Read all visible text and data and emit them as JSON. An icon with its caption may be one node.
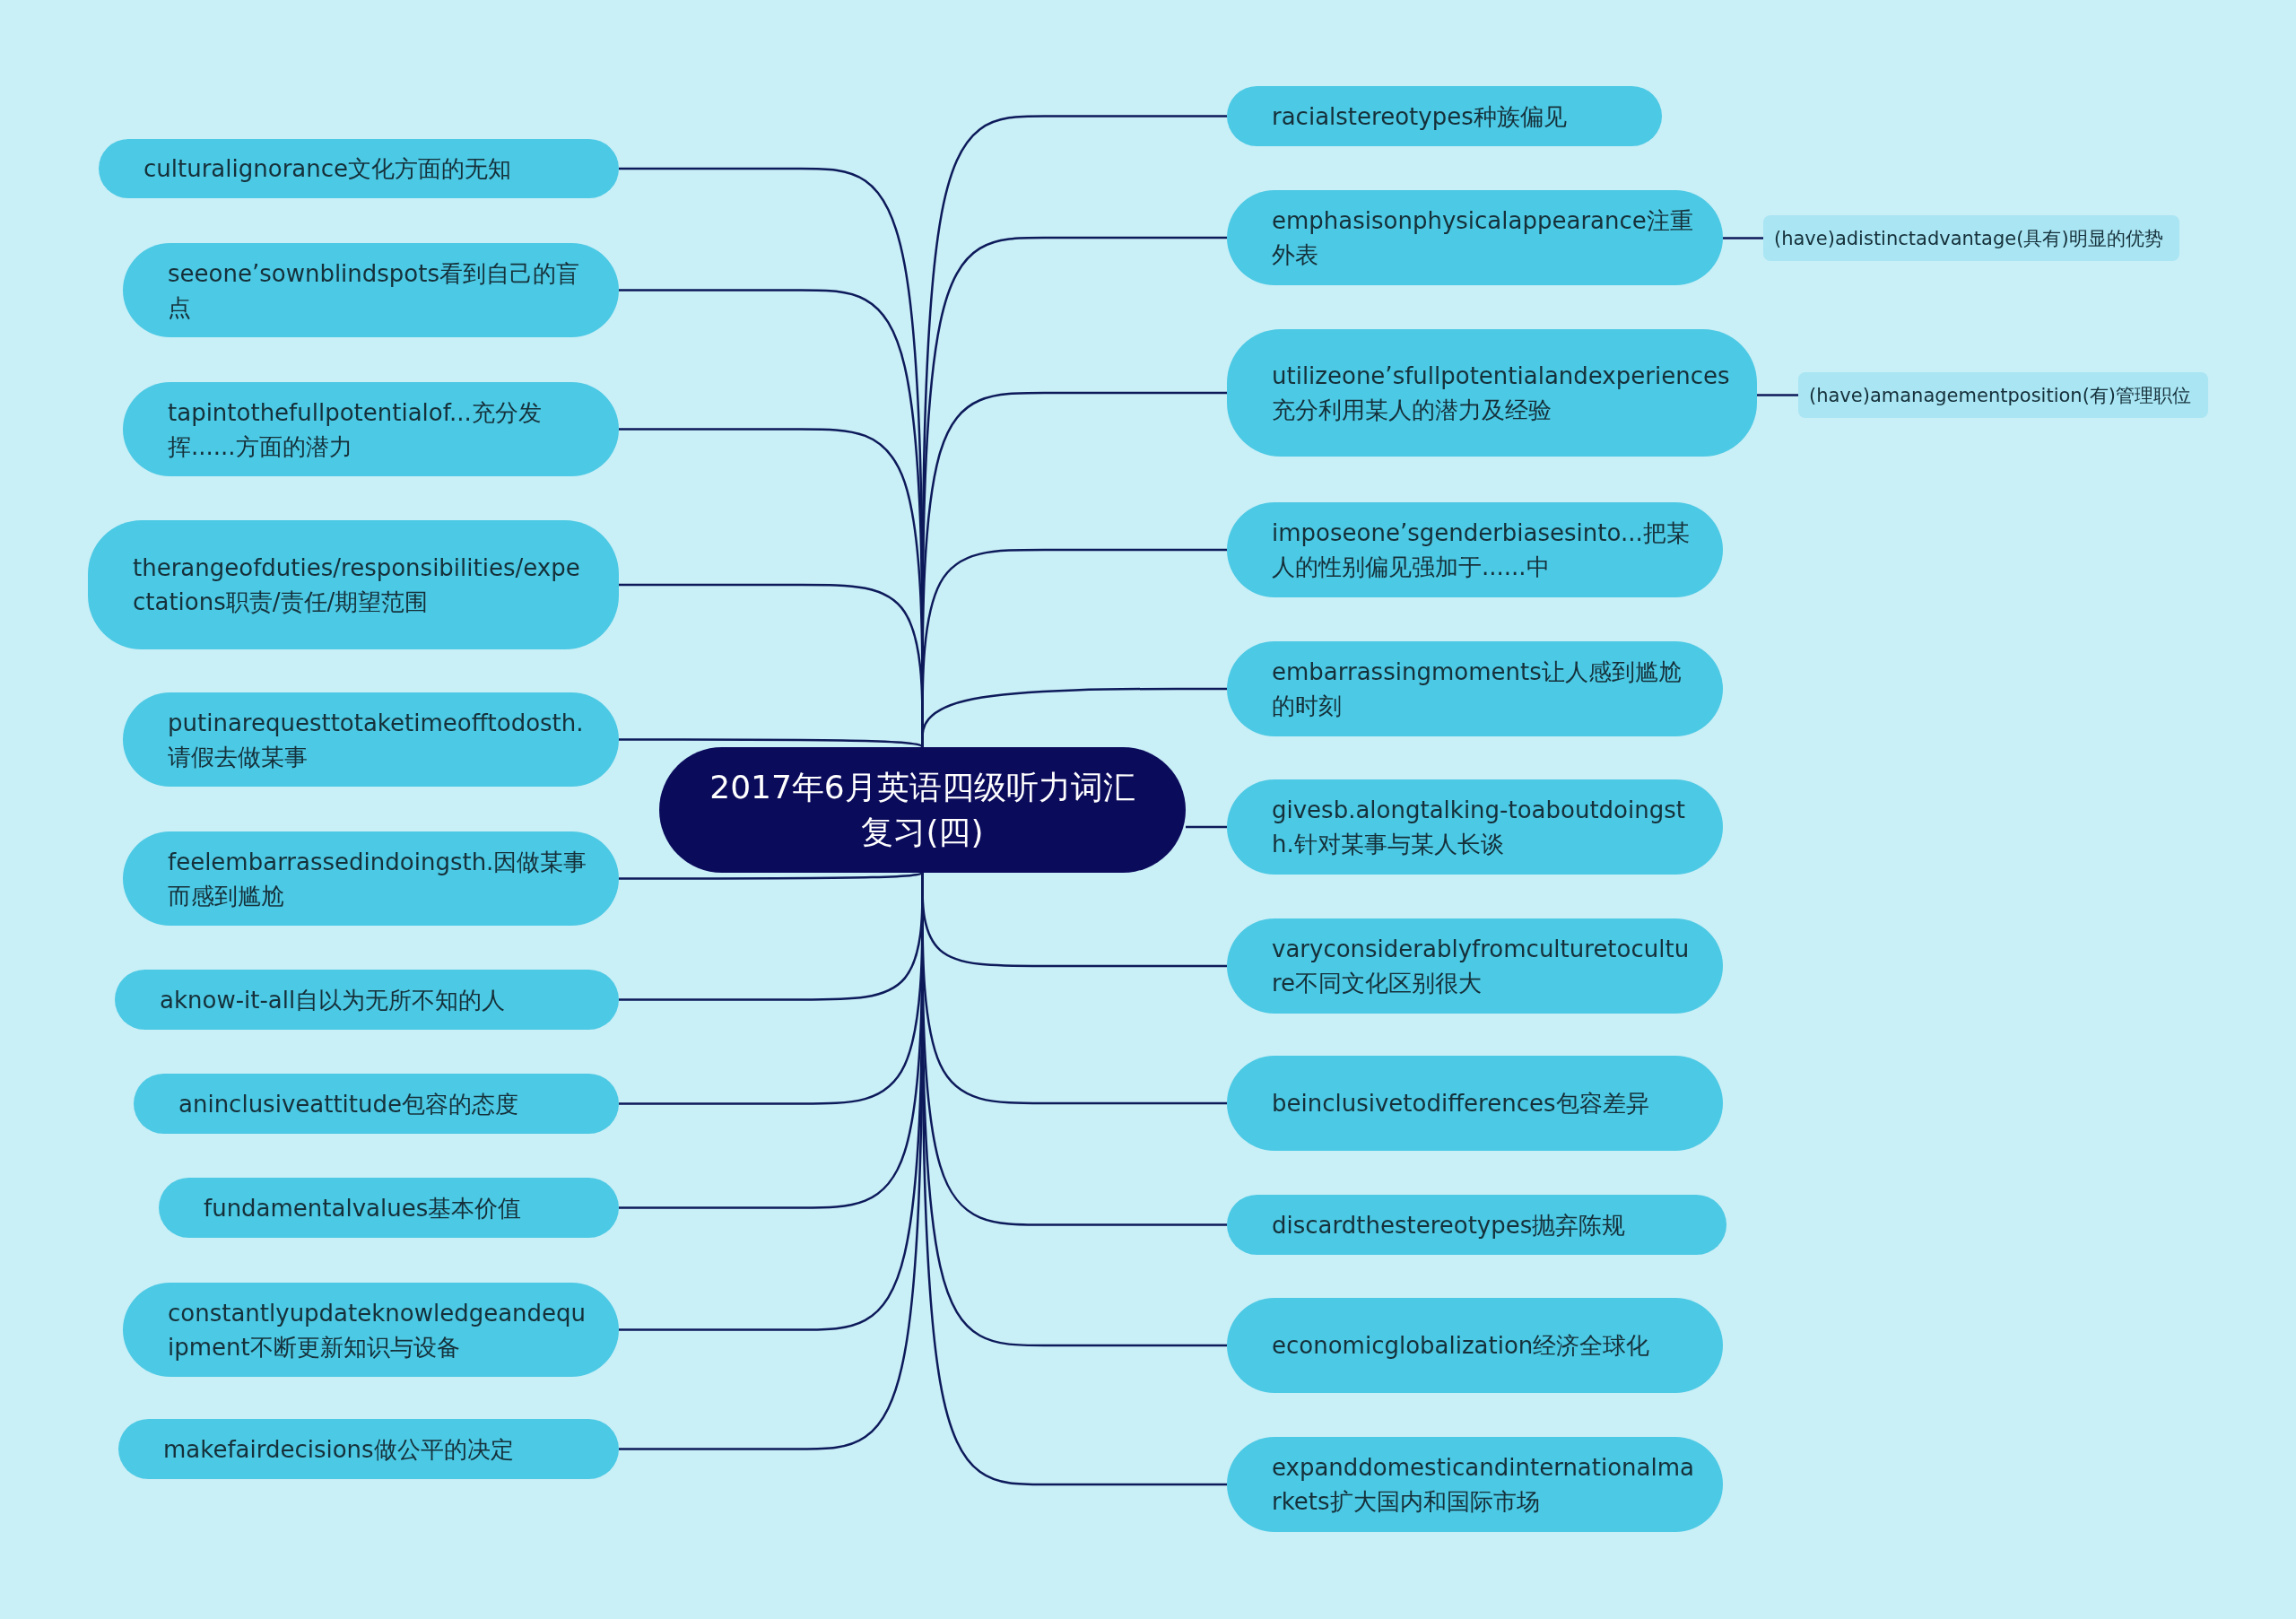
{
  "diagram": {
    "nodes": [
      {
        "text": [
          "2017年6月英语四级听力词汇复习(四)"
        ]
      },
      {
        "text": [
          "culturalignorance文化方面的无知"
        ]
      },
      {
        "text": [
          "seeone’sownblindspots看到自己的盲点"
        ]
      },
      {
        "text": [
          "tapintothefullpotentialof...充分发挥......方面的潜力"
        ]
      },
      {
        "text": [
          "therangeofduties/responsibilities/expectations职责/责任/期望范围"
        ]
      },
      {
        "text": [
          "putinarequesttotaketimeofftodosth.请假去做某事"
        ]
      },
      {
        "text": [
          "feelembarrassedindoingsth.因做某事而感到尴尬"
        ]
      },
      {
        "text": [
          "aknow-it-all自以为无所不知的人"
        ]
      },
      {
        "text": [
          "aninclusiveattitude包容的态度"
        ]
      },
      {
        "text": [
          "fundamentalvalues基本价值"
        ]
      },
      {
        "text": [
          "constantlyupdateknowledgeandequipment不断更新知识与设备"
        ]
      },
      {
        "text": [
          "makefairdecisions做公平的决定"
        ]
      },
      {
        "text": [
          "racialstereotypes种族偏见"
        ]
      },
      {
        "text": [
          "emphasisonphysicalappearance注重外表"
        ]
      },
      {
        "text": [
          "(have)adistinctadvantage(具有)明显的优势"
        ]
      },
      {
        "text": [
          "utilizeone’sfullpotentialandexperiences充分利用某人的潜力及经验"
        ]
      },
      {
        "text": [
          "(have)amanagementposition(有)管理职位"
        ]
      },
      {
        "text": [
          "imposeone’sgenderbiasesinto...把某人的性别偏见强加于......中"
        ]
      },
      {
        "text": [
          "embarrassingmoments让人感到尴尬的时刻"
        ]
      },
      {
        "text": [
          "givesb.alongtalking-toaboutdoingsth.针对某事与某人长谈"
        ]
      },
      {
        "text": [
          "varyconsiderablyfromculturetoculture不同文化区别很大"
        ]
      },
      {
        "text": [
          "beinclusivetodifferences包容差异"
        ]
      },
      {
        "text": [
          "discardthestereotypes抛弃陈规"
        ]
      },
      {
        "text": [
          "economicglobalization经济全球化"
        ]
      },
      {
        "text": [
          "expanddomesticandinternationalmarkets扩大国内和国际市场"
        ]
      }
    ],
    "edges": [
      {
        "from": 0,
        "to": 1,
        "arrow": "none"
      },
      {
        "from": 0,
        "to": 2,
        "arrow": "none"
      },
      {
        "from": 0,
        "to": 3,
        "arrow": "none"
      },
      {
        "from": 0,
        "to": 4,
        "arrow": "none"
      },
      {
        "from": 0,
        "to": 5,
        "arrow": "none"
      },
      {
        "from": 0,
        "to": 6,
        "arrow": "none"
      },
      {
        "from": 0,
        "to": 7,
        "arrow": "none"
      },
      {
        "from": 0,
        "to": 8,
        "arrow": "none"
      },
      {
        "from": 0,
        "to": 9,
        "arrow": "none"
      },
      {
        "from": 0,
        "to": 10,
        "arrow": "none"
      },
      {
        "from": 0,
        "to": 11,
        "arrow": "none"
      },
      {
        "from": 0,
        "to": 12,
        "arrow": "none"
      },
      {
        "from": 0,
        "to": 13,
        "arrow": "none"
      },
      {
        "from": 13,
        "to": 14,
        "arrow": "none"
      },
      {
        "from": 0,
        "to": 15,
        "arrow": "none"
      },
      {
        "from": 15,
        "to": 16,
        "arrow": "none"
      },
      {
        "from": 0,
        "to": 17,
        "arrow": "none"
      },
      {
        "from": 0,
        "to": 18,
        "arrow": "none"
      },
      {
        "from": 0,
        "to": 19,
        "arrow": "none"
      },
      {
        "from": 0,
        "to": 20,
        "arrow": "none"
      },
      {
        "from": 0,
        "to": 21,
        "arrow": "none"
      },
      {
        "from": 0,
        "to": 22,
        "arrow": "none"
      },
      {
        "from": 0,
        "to": 23,
        "arrow": "none"
      },
      {
        "from": 0,
        "to": 24,
        "arrow": "none"
      }
    ]
  }
}
